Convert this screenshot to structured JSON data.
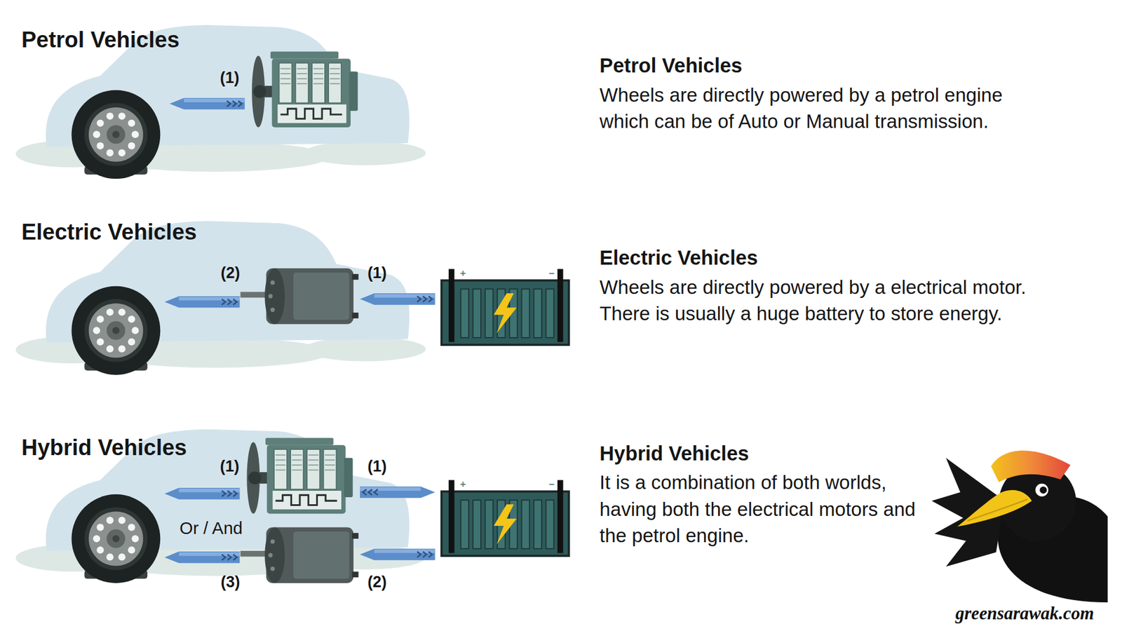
{
  "diagram": {
    "labels": [
      "Petrol Vehicles",
      "(1)",
      "Petrol Vehicles",
      "Wheels are directly powered by a petrol engine which can be of Auto or Manual transmission.",
      "Electric Vehicles",
      "(2)",
      "(1)",
      "+",
      "–",
      "Electric Vehicles",
      "Wheels are directly powered by a electrical motor. There is usually a huge battery to store energy.",
      "Hybrid Vehicles",
      "(1)",
      "(1)",
      "Or / And",
      "(3)",
      "(2)",
      "+",
      "–",
      "Hybrid Vehicles",
      "It is a combination of both worlds, having both the electrical motors and the petrol engine.",
      "greensarawak.com"
    ]
  }
}
